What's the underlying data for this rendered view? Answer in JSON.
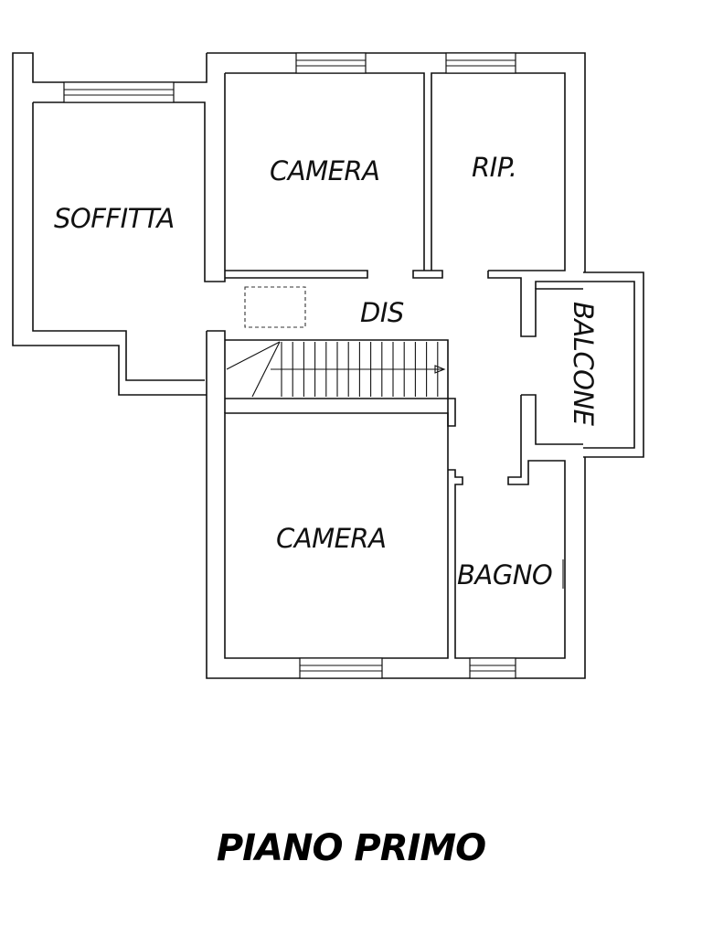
{
  "colors": {
    "line": "#111111",
    "background": "#ffffff"
  },
  "rooms": {
    "soffitta": "SOFFITTA",
    "camera_top": "CAMERA",
    "ripostiglio": "RIP.",
    "disimpegno": "DIS",
    "balcone": "BALCONE",
    "camera_bottom": "CAMERA",
    "bagno": "BAGNO"
  },
  "title": "PIANO PRIMO"
}
